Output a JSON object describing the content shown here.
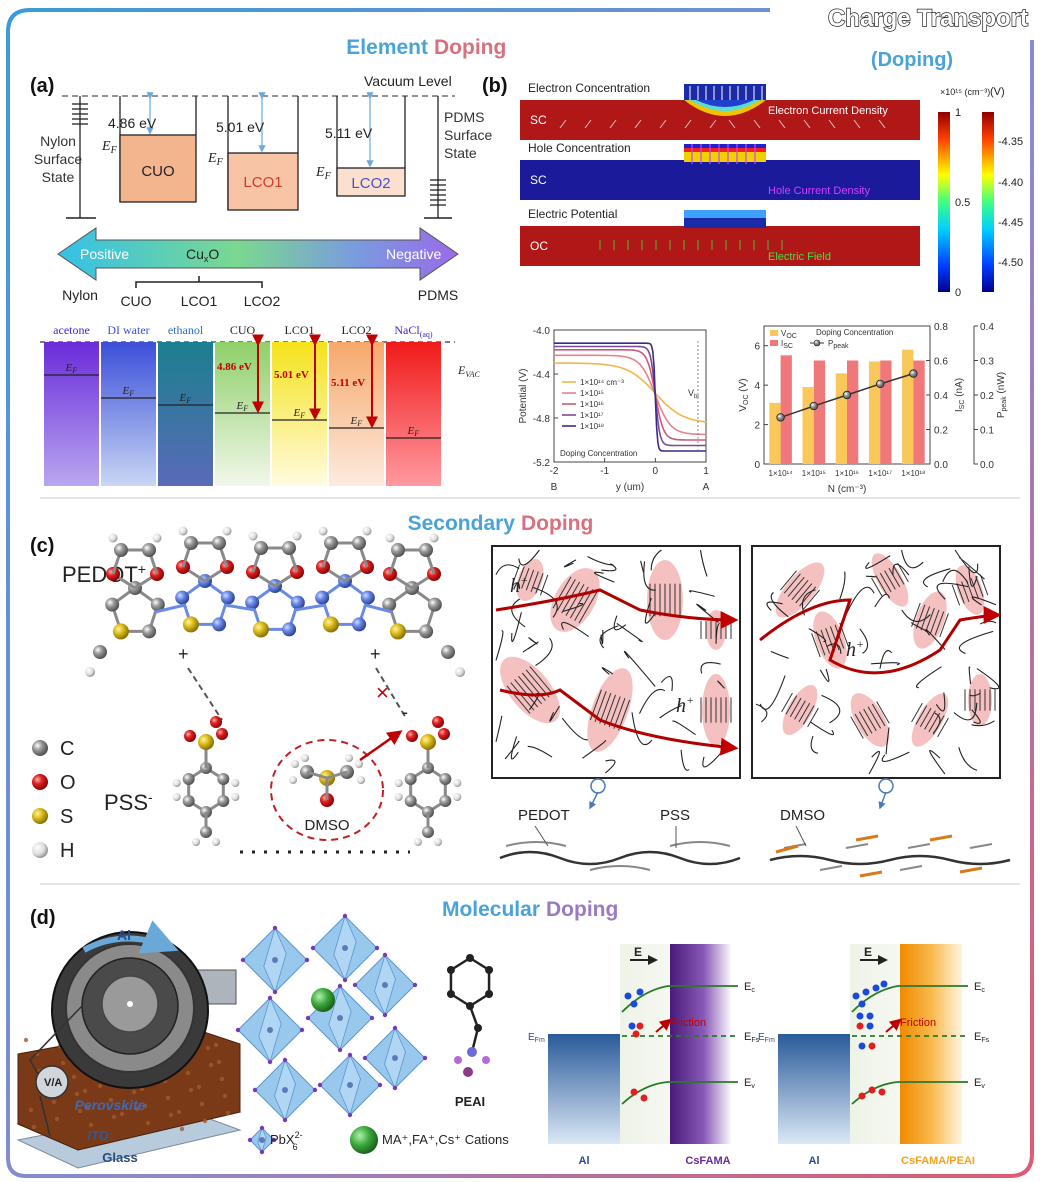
{
  "header": {
    "banner": "Charge Transport",
    "subtitle": "(Doping)"
  },
  "colors": {
    "blue": "#4aa3d8",
    "pink": "#d9707f",
    "purple": "#9a7bc2",
    "dark_red": "#a00000",
    "frame_blue": "#3a9ad9",
    "frame_pink": "#e05a6e"
  },
  "sections": {
    "element": {
      "word1": "Element",
      "word2": "Doping"
    },
    "secondary": {
      "word1": "Secondary",
      "word2": "Doping"
    },
    "molecular": {
      "word1": "Molecular",
      "word2": "Doping"
    }
  },
  "panel_a": {
    "label": "(a)",
    "vacuum_level": "Vacuum Level",
    "nylon_state": [
      "Nylon",
      "Surface",
      "State"
    ],
    "pdms_state": [
      "PDMS",
      "Surface",
      "State"
    ],
    "ef": "E",
    "ef_sub": "F",
    "boxes": [
      {
        "name": "CUO",
        "energy": "4.86 eV",
        "color": "#f3b58e",
        "text_color": "#222222"
      },
      {
        "name": "LCO1",
        "energy": "5.01 eV",
        "color": "#f7c4a6",
        "text_color": "#d43a2a"
      },
      {
        "name": "LCO2",
        "energy": "5.11 eV",
        "color": "#fbe0d0",
        "text_color": "#4a50c8"
      }
    ],
    "arrow_positive": "Positive",
    "arrow_center": "Cu",
    "arrow_center_sub": "x",
    "arrow_center_end": "O",
    "arrow_negative": "Negative",
    "series_labels": [
      "Nylon",
      "CUO",
      "LCO1",
      "LCO2",
      "PDMS"
    ],
    "columns": [
      {
        "name": "acetone",
        "top": "#6a2bd9",
        "bottom": "#b9a7f0",
        "label_color": "#3b2bd0"
      },
      {
        "name": "DI water",
        "top": "#3b4fd8",
        "bottom": "#c9d6f5",
        "label_color": "#3b4fd8"
      },
      {
        "name": "ethanol",
        "top": "#1c7f8f",
        "bottom": "#5a6ab8",
        "label_color": "#2b6fc8"
      },
      {
        "name": "CUO",
        "top": "#8fd06a",
        "bottom": "#f2f7ea",
        "label_color": "#222222"
      },
      {
        "name": "LCO1",
        "top": "#f5e21a",
        "bottom": "#fffbe0",
        "label_color": "#222222"
      },
      {
        "name": "LCO2",
        "top": "#f6a86a",
        "bottom": "#fdebe0",
        "label_color": "#222222"
      },
      {
        "name": "NaCl",
        "name_sub": "(aq)",
        "top": "#f01a1a",
        "bottom": "#ff9aa0",
        "label_color": "#3b2bd0"
      }
    ],
    "column_energies": [
      "4.86 eV",
      "5.01 eV",
      "5.11 eV"
    ],
    "evac": "E",
    "evac_sub": "VAC"
  },
  "panel_b": {
    "label": "(b)",
    "sims": [
      {
        "title": "Electron Concentration",
        "region": "SC",
        "field": "Electron Current Density",
        "field_color": "#ffffff"
      },
      {
        "title": "Hole Concentration",
        "region": "SC",
        "field": "Hole Current Density",
        "field_color": "#d040ff"
      },
      {
        "title": "Electric Potential",
        "region": "OC",
        "field": "Electric Field",
        "field_color": "#40e040"
      }
    ],
    "colorbar1": {
      "unit": "×10¹⁵ (cm⁻³)",
      "ticks": [
        "1",
        "0.5",
        "0"
      ]
    },
    "colorbar2": {
      "unit": "(V)",
      "ticks": [
        "-4.35",
        "-4.40",
        "-4.45",
        "-4.50"
      ]
    }
  },
  "chart_data": [
    {
      "type": "line",
      "xlabel": "y (um)",
      "ylabel": "Potential (V)",
      "x_endpoints": [
        "B",
        "A"
      ],
      "xticks": [
        "-2",
        "-1",
        "0",
        "1"
      ],
      "yticks": [
        "-4.0",
        "-4.4",
        "-4.8",
        "-5.2"
      ],
      "xlim": [
        -2,
        1
      ],
      "ylim": [
        -5.2,
        -4.0
      ],
      "annotation": "Doping Concentration",
      "vbi_label": "V",
      "vbi_sub": "bi",
      "series": [
        {
          "name": "1×10¹⁴ cm⁻³",
          "color": "#f3b64a",
          "left": -4.3,
          "right": -4.85,
          "width": 0.55
        },
        {
          "name": "1×10¹⁵",
          "color": "#e9828a",
          "left": -4.23,
          "right": -4.95,
          "width": 0.3
        },
        {
          "name": "1×10¹⁶",
          "color": "#c85a7a",
          "left": -4.18,
          "right": -5.0,
          "width": 0.16
        },
        {
          "name": "1×10¹⁷",
          "color": "#7a4a9a",
          "left": -4.15,
          "right": -5.05,
          "width": 0.09
        },
        {
          "name": "1×10¹⁸",
          "color": "#3a2a8a",
          "left": -4.12,
          "right": -5.1,
          "width": 0.04
        }
      ]
    },
    {
      "type": "bar",
      "xlabel": "N (cm⁻³)",
      "ylabel_left": "V",
      "ylabel_left_sub": "OC",
      "ylabel_left_unit": " (V)",
      "ylabel_mid": "I",
      "ylabel_mid_sub": "SC",
      "ylabel_mid_unit": " (nA)",
      "ylabel_right": "P",
      "ylabel_right_sub": "peak",
      "ylabel_right_unit": " (nW)",
      "annotation": "Doping Concentration",
      "categories": [
        "1×10¹⁴",
        "1×10¹⁵",
        "1×10¹⁶",
        "1×10¹⁷",
        "1×10¹⁸"
      ],
      "yticks_left": [
        "0",
        "2",
        "4",
        "6"
      ],
      "yticks_mid": [
        "0.0",
        "0.2",
        "0.4",
        "0.6",
        "0.8"
      ],
      "yticks_right": [
        "0.0",
        "0.1",
        "0.2",
        "0.3",
        "0.4"
      ],
      "ylim_left": [
        0,
        7
      ],
      "ylim_mid": [
        0,
        0.8
      ],
      "ylim_right": [
        0,
        0.4
      ],
      "series": [
        {
          "name": "V",
          "name_sub": "OC",
          "color": "#f9c75a",
          "values": [
            3.1,
            3.9,
            4.6,
            5.2,
            5.8
          ]
        },
        {
          "name": "I",
          "name_sub": "SC",
          "color": "#f0787a",
          "values": [
            0.63,
            0.6,
            0.6,
            0.6,
            0.6
          ]
        },
        {
          "name": "P",
          "name_sub": "peak",
          "color": "#333333",
          "values": [
            0.135,
            0.168,
            0.2,
            0.232,
            0.262
          ]
        }
      ]
    }
  ],
  "panel_c": {
    "label": "(c)",
    "pedot": "PEDOT",
    "pedot_sup": "+",
    "pss": "PSS",
    "pss_sup": "-",
    "dmso": "DMSO",
    "legend": [
      {
        "atom": "C",
        "color": "#7d7d7d"
      },
      {
        "atom": "O",
        "color": "#e02020"
      },
      {
        "atom": "S",
        "color": "#e0c020"
      },
      {
        "atom": "H",
        "color": "#e8e8e8"
      }
    ],
    "hole": "h",
    "hole_sup": "+",
    "chain_labels": [
      "PEDOT",
      "PSS",
      "DMSO"
    ]
  },
  "panel_d": {
    "label": "(d)",
    "layers": [
      "Al",
      "Perovskite",
      "ITO",
      "Glass"
    ],
    "meter": "V/A",
    "pbx": "PbX",
    "pbx_sup": "2-",
    "pbx_sub": "6",
    "cations": "MA⁺,FA⁺,Cs⁺ Cations",
    "peai": "PEAI",
    "bands": [
      {
        "left": "Al",
        "right": "CsFAMA",
        "color": "#6a2a9a"
      },
      {
        "left": "Al",
        "right": "CsFAMA/PEAI",
        "color": "#f5a21a"
      }
    ],
    "e_field": "E",
    "efm": "E",
    "efm_sub": "Fm",
    "ec": "E",
    "ec_sub": "c",
    "efs": "E",
    "efs_sub": "Fs",
    "ev": "E",
    "ev_sub": "v",
    "friction": "Friction"
  }
}
